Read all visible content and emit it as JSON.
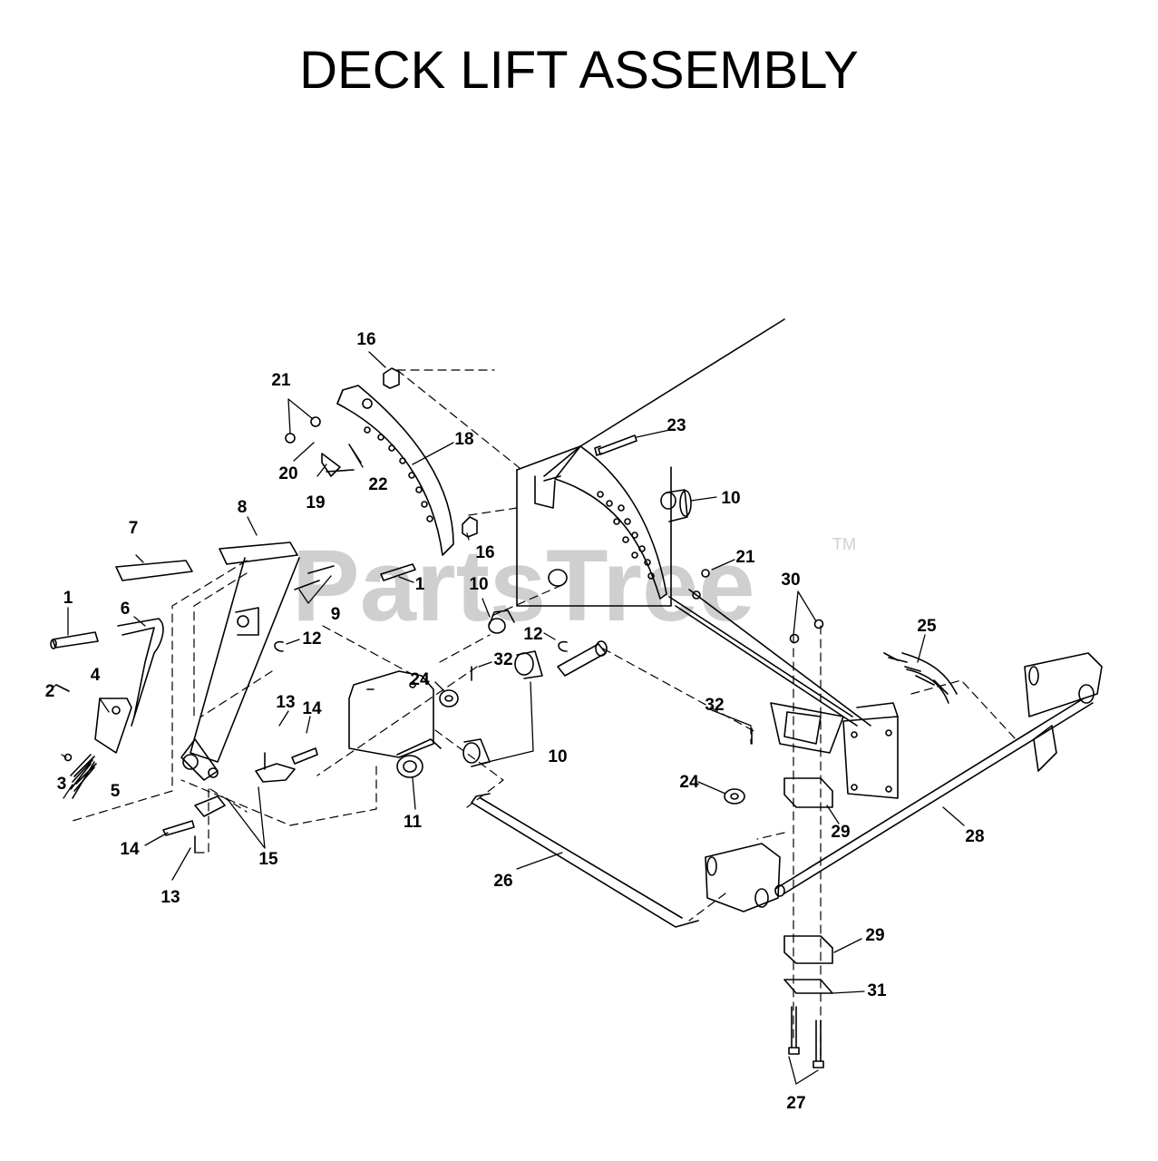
{
  "title": "DECK LIFT ASSEMBLY",
  "watermark": {
    "text": "PartsTree",
    "trademark": "TM"
  },
  "callouts": [
    {
      "id": "c1a",
      "text": "1"
    },
    {
      "id": "c1b",
      "text": "1"
    },
    {
      "id": "c2",
      "text": "2"
    },
    {
      "id": "c3",
      "text": "3"
    },
    {
      "id": "c4",
      "text": "4"
    },
    {
      "id": "c5",
      "text": "5"
    },
    {
      "id": "c6",
      "text": "6"
    },
    {
      "id": "c7",
      "text": "7"
    },
    {
      "id": "c8",
      "text": "8"
    },
    {
      "id": "c9",
      "text": "9"
    },
    {
      "id": "c10a",
      "text": "10"
    },
    {
      "id": "c10b",
      "text": "10"
    },
    {
      "id": "c10c",
      "text": "10"
    },
    {
      "id": "c11",
      "text": "11"
    },
    {
      "id": "c12a",
      "text": "12"
    },
    {
      "id": "c12b",
      "text": "12"
    },
    {
      "id": "c13a",
      "text": "13"
    },
    {
      "id": "c13b",
      "text": "13"
    },
    {
      "id": "c14a",
      "text": "14"
    },
    {
      "id": "c14b",
      "text": "14"
    },
    {
      "id": "c15",
      "text": "15"
    },
    {
      "id": "c16a",
      "text": "16"
    },
    {
      "id": "c16b",
      "text": "16"
    },
    {
      "id": "c18",
      "text": "18"
    },
    {
      "id": "c19",
      "text": "19"
    },
    {
      "id": "c20",
      "text": "20"
    },
    {
      "id": "c21a",
      "text": "21"
    },
    {
      "id": "c21b",
      "text": "21"
    },
    {
      "id": "c22",
      "text": "22"
    },
    {
      "id": "c23",
      "text": "23"
    },
    {
      "id": "c24a",
      "text": "24"
    },
    {
      "id": "c24b",
      "text": "24"
    },
    {
      "id": "c25",
      "text": "25"
    },
    {
      "id": "c26",
      "text": "26"
    },
    {
      "id": "c27",
      "text": "27"
    },
    {
      "id": "c28",
      "text": "28"
    },
    {
      "id": "c29a",
      "text": "29"
    },
    {
      "id": "c29b",
      "text": "29"
    },
    {
      "id": "c30",
      "text": "30"
    },
    {
      "id": "c31",
      "text": "31"
    },
    {
      "id": "c32a",
      "text": "32"
    },
    {
      "id": "c32b",
      "text": "32"
    }
  ],
  "colors": {
    "line": "#000000",
    "watermark": "#cfcfcf",
    "background": "#ffffff"
  }
}
